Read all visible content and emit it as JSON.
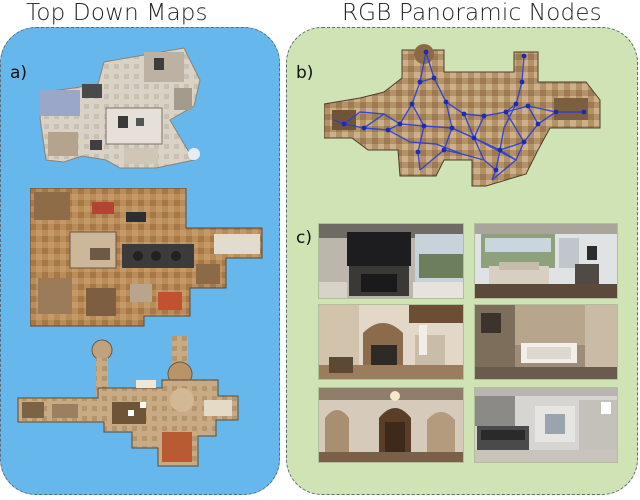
{
  "left_panel": {
    "title": "Top Down Maps",
    "label_a": "a)",
    "color": "#66b8ec"
  },
  "right_panel": {
    "title": "RGB Panoramic Nodes",
    "label_b": "b)",
    "label_c": "c)",
    "color": "#cfe3b4",
    "graph_edge_color": "#2a3fd8"
  }
}
